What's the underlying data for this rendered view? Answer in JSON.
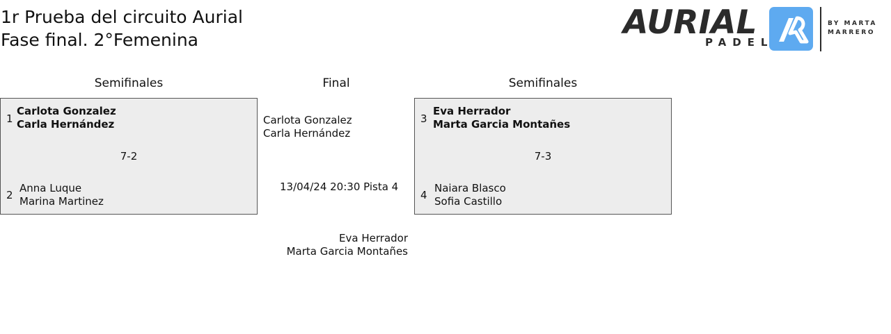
{
  "header": {
    "title_line1": "1r Prueba del circuito Aurial",
    "title_line2": "Fase final. 2°Femenina"
  },
  "logo": {
    "word": "AURIAL",
    "sub": "PADEL",
    "by_line1": "BY MARTA",
    "by_line2": "MARRERO"
  },
  "columns": {
    "left": "Semifinales",
    "center": "Final",
    "right": "Semifinales"
  },
  "semifinal_left": {
    "team1": {
      "seed": "1",
      "player1": "Carlota Gonzalez",
      "player2": "Carla Hernández"
    },
    "score": "7-2",
    "team2": {
      "seed": "2",
      "player1": "Anna Luque",
      "player2": "Marina Martinez"
    }
  },
  "semifinal_right": {
    "team1": {
      "seed": "3",
      "player1": "Eva Herrador",
      "player2": "Marta Garcia Montañes"
    },
    "score": "7-3",
    "team2": {
      "seed": "4",
      "player1": "Naiara Blasco",
      "player2": "Sofia Castillo"
    }
  },
  "final": {
    "team1": {
      "player1": "Carlota Gonzalez",
      "player2": "Carla Hernández"
    },
    "schedule": "13/04/24 20:30 Pista 4",
    "team2": {
      "player1": "Eva Herrador",
      "player2": "Marta Garcia Montañes"
    }
  },
  "colors": {
    "box_bg": "#ededed",
    "logo_blue": "#5eaaf0",
    "logo_dark": "#2b2b2b"
  }
}
